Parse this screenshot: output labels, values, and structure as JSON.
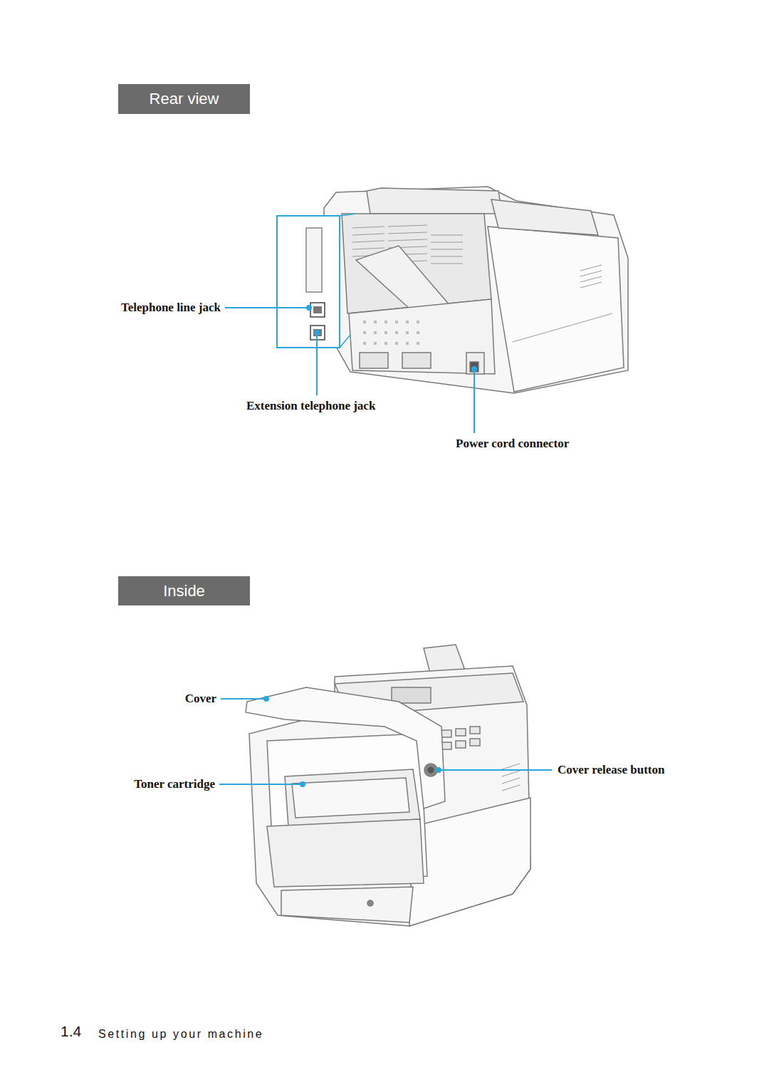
{
  "diagram": {
    "nodes": [
      {
        "text": [
          "Rear view"
        ]
      },
      {
        "text": [
          "Inside"
        ]
      }
    ],
    "labels": [
      "Telephone line jack",
      "Extension telephone jack",
      "Power cord connector",
      "Cover",
      "Toner cartridge",
      "Cover release button",
      "1.4",
      "Setting up your machine"
    ]
  }
}
